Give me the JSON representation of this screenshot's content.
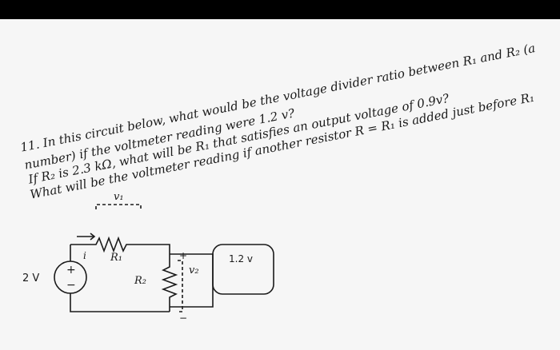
{
  "problem": {
    "line1": "11. In this circuit below, what would be the voltage divider ratio between R₁ and R₂ (a",
    "line2": "number) if the voltmeter reading were 1.2 v?",
    "line3": "If R₂ is 2.3 kΩ, what will be R₁ that satisfies an output voltage of 0.9v?",
    "line4": "What will be the voltmeter reading if another resistor R = R₁ is added just before R₁"
  },
  "circuit": {
    "v1_label": "v₁",
    "i_label": "i",
    "r1_label": "R₁",
    "r2_label": "R₂",
    "v2_label": "v₂",
    "source_label": "2 V",
    "source_plus": "+",
    "source_minus": "−",
    "v2_plus": "+",
    "v2_minus": "−",
    "voltmeter_reading": "1.2 v"
  }
}
